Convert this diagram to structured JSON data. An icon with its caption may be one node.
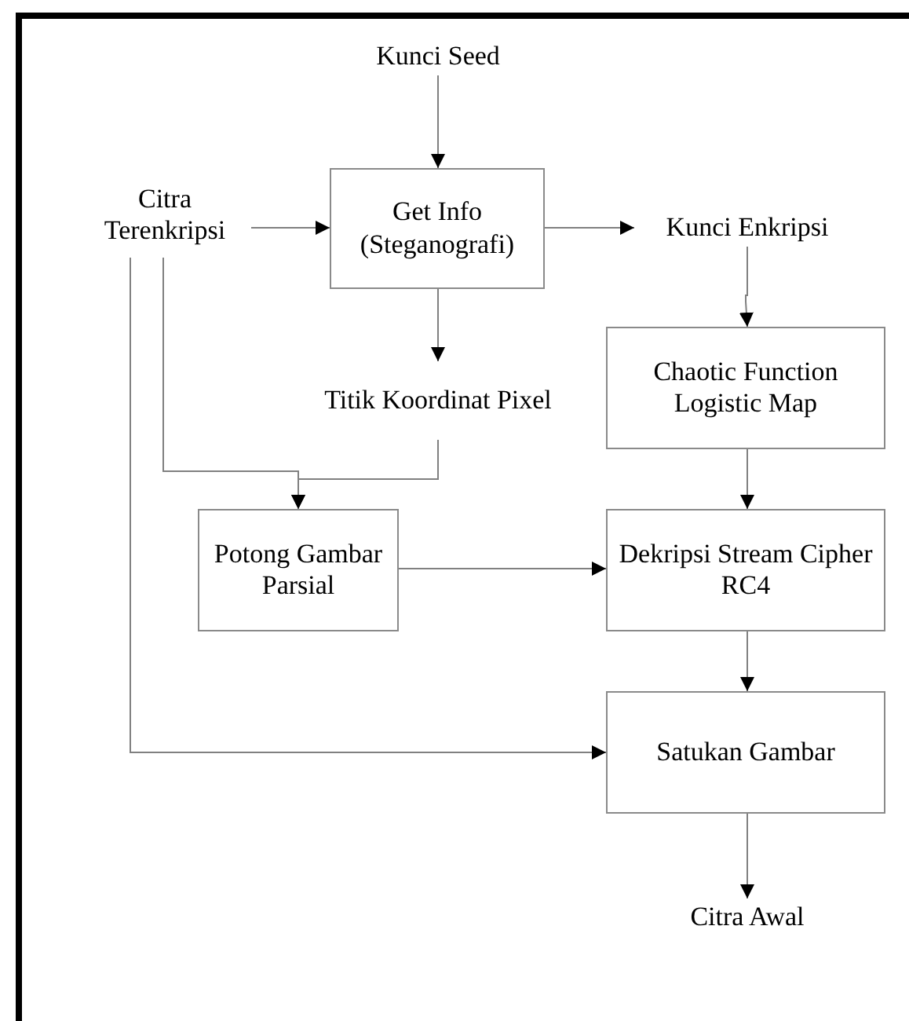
{
  "diagram": {
    "nodes": [
      {
        "text": [
          "Kunci Seed"
        ]
      },
      {
        "text": [
          "Citra Terenkripsi"
        ]
      },
      {
        "text": [
          "Get Info (Steganografi)"
        ]
      },
      {
        "text": [
          "Kunci Enkripsi"
        ]
      },
      {
        "text": [
          "Titik Koordinat Pixel"
        ]
      },
      {
        "text": [
          "Chaotic Function Logistic Map"
        ]
      },
      {
        "text": [
          "Potong Gambar Parsial"
        ]
      },
      {
        "text": [
          "Dekripsi Stream Cipher RC4"
        ]
      },
      {
        "text": [
          "Satukan Gambar"
        ]
      },
      {
        "text": [
          "Citra Awal"
        ]
      }
    ],
    "edges": [
      {
        "from": 0,
        "to": 2,
        "arrow": "to"
      },
      {
        "from": 1,
        "to": 2,
        "arrow": "to"
      },
      {
        "from": 2,
        "to": 3,
        "arrow": "to"
      },
      {
        "from": 2,
        "to": 4,
        "arrow": "to"
      },
      {
        "from": 3,
        "to": 5,
        "arrow": "to"
      },
      {
        "from": 1,
        "to": 6,
        "arrow": "to"
      },
      {
        "from": 4,
        "to": 6,
        "arrow": "to"
      },
      {
        "from": 6,
        "to": 7,
        "arrow": "to"
      },
      {
        "from": 5,
        "to": 7,
        "arrow": "to"
      },
      {
        "from": 7,
        "to": 8,
        "arrow": "to"
      },
      {
        "from": 1,
        "to": 8,
        "arrow": "to"
      },
      {
        "from": 8,
        "to": 9,
        "arrow": "to"
      }
    ]
  }
}
